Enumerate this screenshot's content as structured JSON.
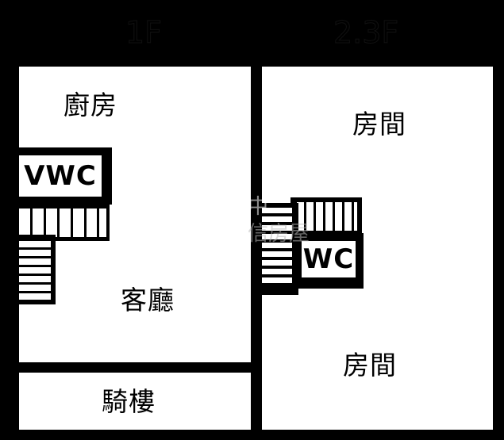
{
  "floors": {
    "left_label": "1F",
    "right_label": "2.3F"
  },
  "rooms": {
    "kitchen": "廚房",
    "living_room": "客廳",
    "arcade": "騎樓",
    "bedroom_top": "房間",
    "bedroom_bottom": "房間"
  },
  "fixtures": {
    "vwc": "VWC",
    "wc": "WC"
  },
  "watermark": {
    "line1": "中",
    "line2": "信房屋"
  },
  "colors": {
    "wall": "#000000",
    "floor": "#ffffff"
  }
}
